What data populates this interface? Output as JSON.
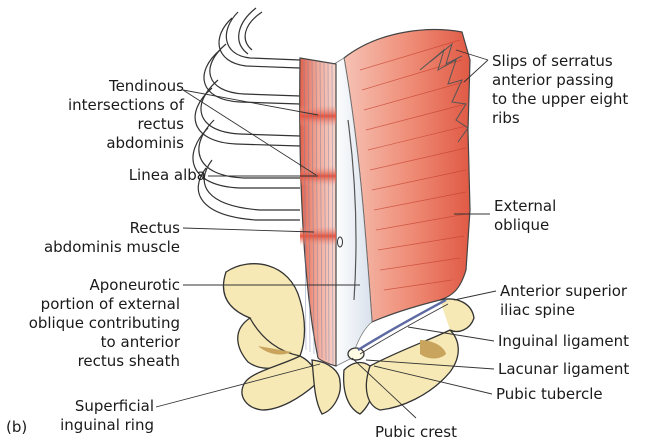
{
  "panel_label": "(b)",
  "labels": {
    "tendinous": "Tendinous\nintersections of\nrectus abdominis",
    "linea_alba": "Linea alba",
    "rectus": "Rectus\nabdominis muscle",
    "aponeurotic": "Aponeurotic\nportion of external\noblique contributing\nto anterior\nrectus sheath",
    "superficial_ring": "Superficial\ninguinal ring",
    "pubic_crest": "Pubic crest",
    "serratus": "Slips of serratus\nanterior passing\nto the upper eight\nribs",
    "external_oblique": "External\noblique",
    "asis": "Anterior superior\niliac spine",
    "inguinal_lig": "Inguinal ligament",
    "lacunar_lig": "Lacunar ligament",
    "pubic_tubercle": "Pubic tubercle"
  },
  "colors": {
    "muscle": "#e86a55",
    "muscle_light": "#f4b3a3",
    "bone": "#f6e9b5",
    "bone_shade": "#c9a45c",
    "aponeurosis": "#dfe6f0",
    "linea_alba": "#c9d6ea",
    "leader": "#333333"
  }
}
